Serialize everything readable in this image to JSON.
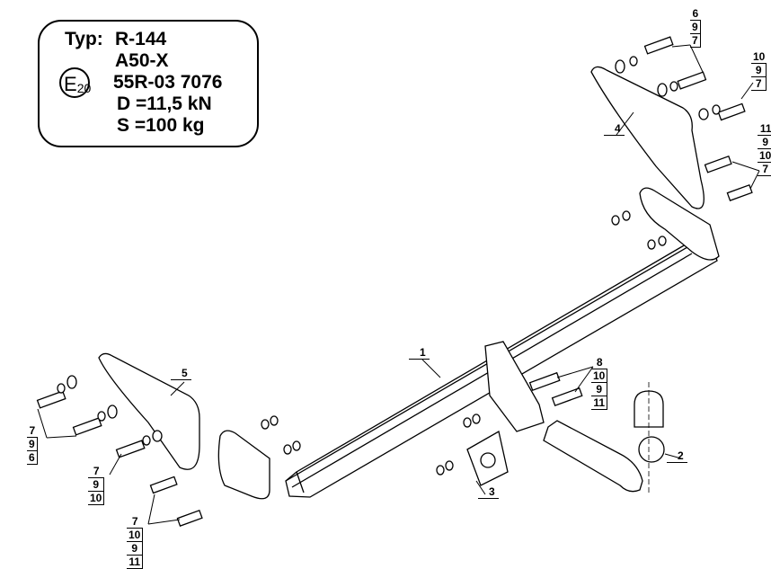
{
  "info_box": {
    "type_label": "Typ:",
    "type_value": "R-144",
    "class": "A50-X",
    "approval_mark": "E",
    "approval_country": "20",
    "approval_number": "55R-03 7076",
    "d_value": "D =11,5 kN",
    "s_value": "S =100 kg"
  },
  "part_labels": [
    "1",
    "2",
    "3",
    "4",
    "5"
  ],
  "fastener_stacks": [
    [
      "6",
      "9",
      "7"
    ],
    [
      "10",
      "9",
      "7"
    ],
    [
      "11",
      "9",
      "10",
      "7"
    ],
    [
      "7",
      "9",
      "6"
    ],
    [
      "7",
      "9",
      "10"
    ],
    [
      "7",
      "10",
      "9",
      "11"
    ],
    [
      "8",
      "10",
      "9",
      "11"
    ]
  ]
}
